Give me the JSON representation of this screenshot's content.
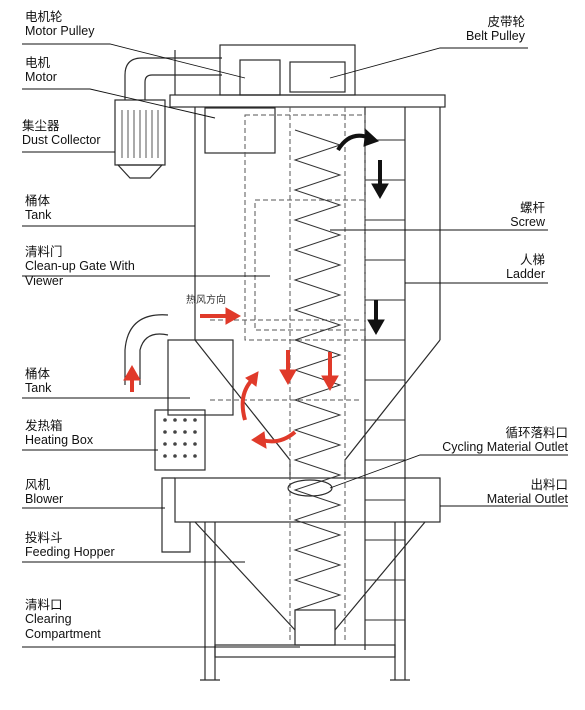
{
  "colors": {
    "line": "#2b2b2b",
    "dash": "#555555",
    "arrow_red": "#e03a2a",
    "arrow_black": "#111111"
  },
  "labels": {
    "motor_pulley": {
      "zh": "电机轮",
      "en": "Motor Pulley"
    },
    "motor": {
      "zh": "电机",
      "en": "Motor"
    },
    "dust_collector": {
      "zh": "集尘器",
      "en": "Dust Collector"
    },
    "tank_top": {
      "zh": "桶体",
      "en": "Tank"
    },
    "cleanup_gate": {
      "zh": "清料门",
      "en": "Clean-up Gate With",
      "en2": "Viewer"
    },
    "tank_mid": {
      "zh": "桶体",
      "en": "Tank"
    },
    "heating_box": {
      "zh": "发热箱",
      "en": "Heating Box"
    },
    "blower": {
      "zh": "风机",
      "en": "Blower"
    },
    "feeding_hopper": {
      "zh": "投料斗",
      "en": "Feeding Hopper"
    },
    "clearing_compartment": {
      "zh": "清料口",
      "en": "Clearing",
      "en2": "Compartment"
    },
    "belt_pulley": {
      "zh": "皮带轮",
      "en": "Belt Pulley"
    },
    "screw": {
      "zh": "螺杆",
      "en": "Screw"
    },
    "ladder": {
      "zh": "人梯",
      "en": "Ladder"
    },
    "cycling_outlet": {
      "zh": "循环落料口",
      "en": "Cycling Material Outlet"
    },
    "material_outlet": {
      "zh": "出料口",
      "en": "Material Outlet"
    }
  },
  "hot_air_direction": "热风方向"
}
